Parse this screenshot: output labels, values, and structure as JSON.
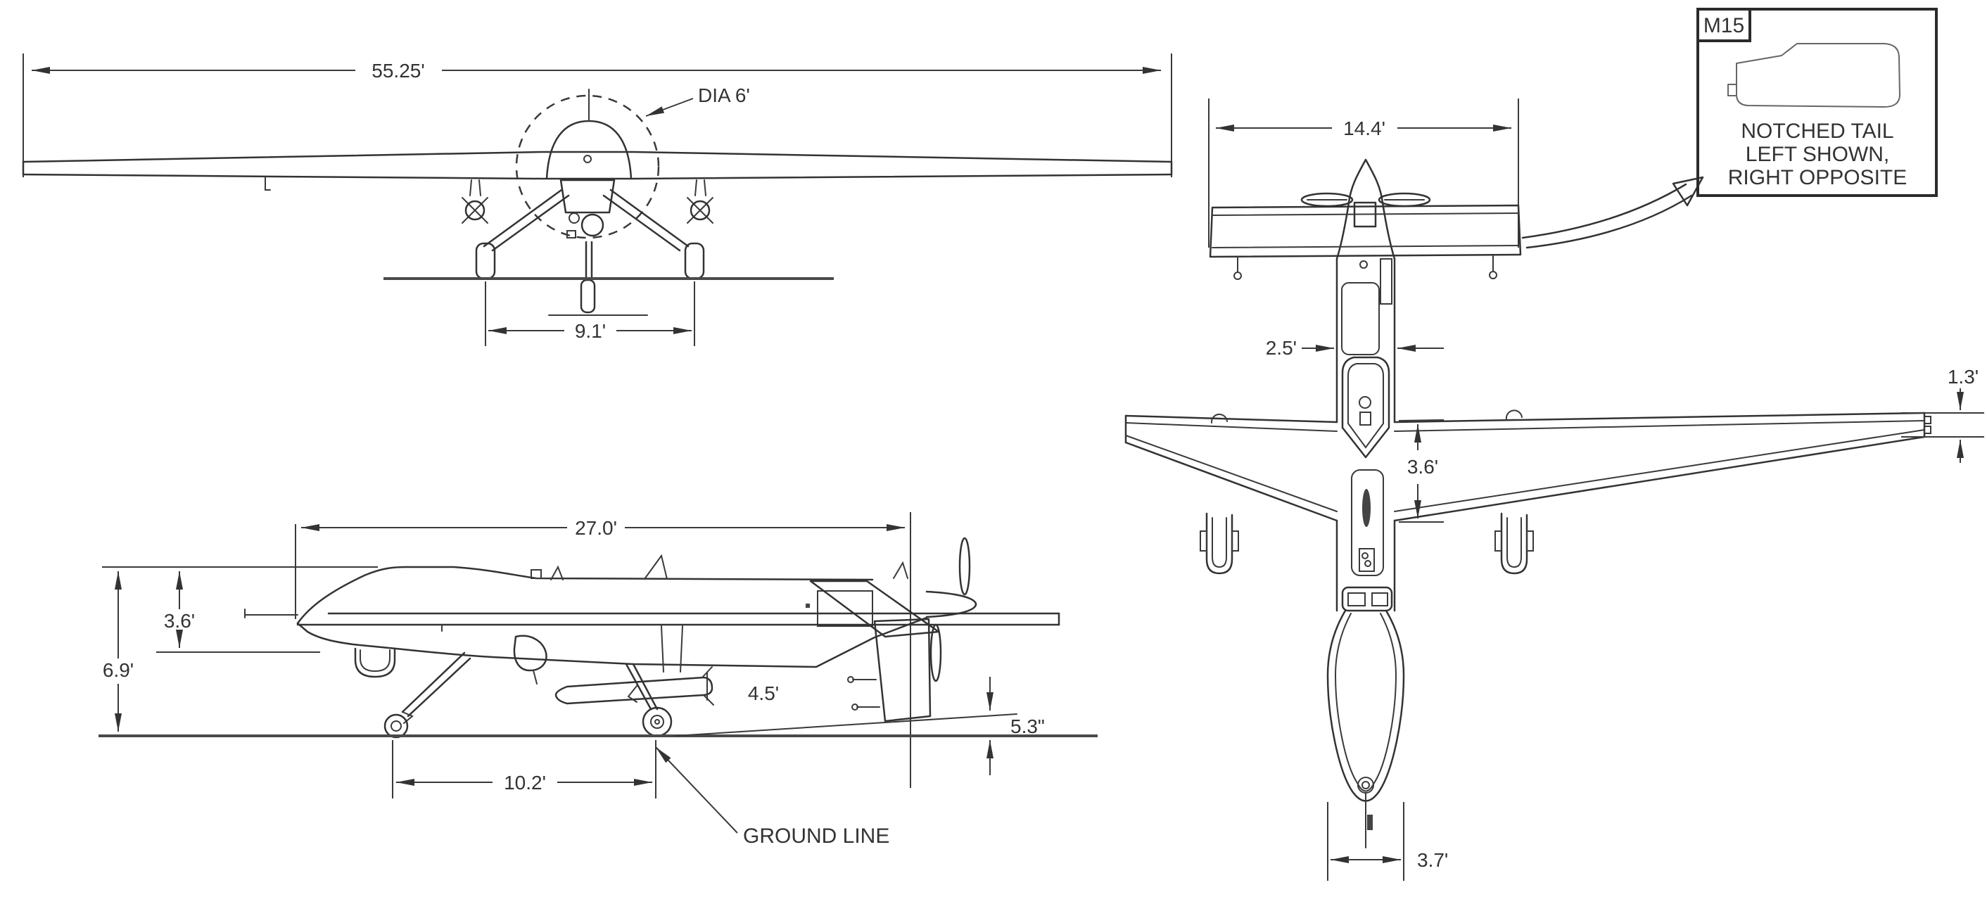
{
  "labels": {
    "front": {
      "wingspan": "55.25'",
      "prop_dia": "DIA 6'",
      "gear_track": "9.1'"
    },
    "top": {
      "tail_span": "14.4'",
      "fuselage_width": "2.5'",
      "root_chord": "3.6'",
      "tip_chord": "1.3'",
      "nose_width": "3.7'"
    },
    "side": {
      "length": "27.0'",
      "fuselage_height": "3.6'",
      "overall_height": "6.9'",
      "prop_clearance": "4.5'",
      "tail_clearance": "5.3\"",
      "wheel_base": "10.2'",
      "ground_line": "GROUND LINE"
    },
    "callout": {
      "tag": "M15",
      "note_line1": "NOTCHED TAIL",
      "note_line2": "LEFT SHOWN,",
      "note_line3": "RIGHT OPPOSITE"
    }
  },
  "colors": {
    "line": "#333333",
    "text": "#333333",
    "background": "#ffffff"
  }
}
